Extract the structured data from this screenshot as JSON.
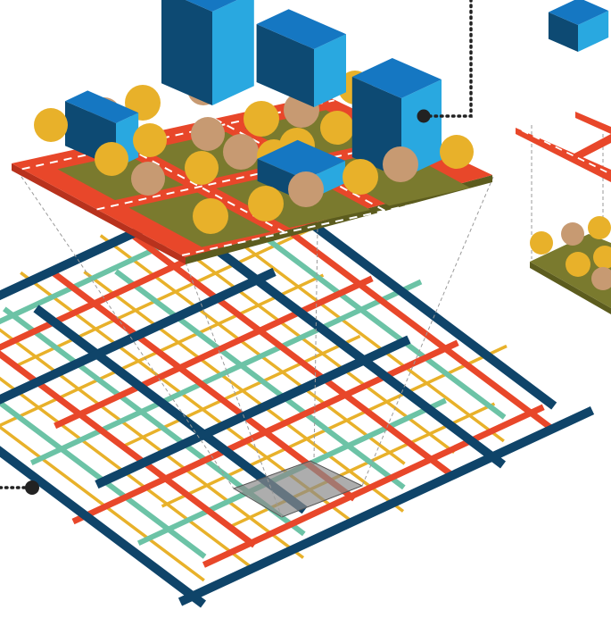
{
  "title": "",
  "colors": {
    "road": "#E8472A",
    "road_edge": "#B8321D",
    "lane_mark": "#FFFFFF",
    "ground": "#7A7A2E",
    "ground_edge": "#5C5C1E",
    "building_light": "#29A8E0",
    "building_dark": "#0D4A73",
    "building_top": "#1577C2",
    "tree_yellow": "#E8B12A",
    "tree_tan": "#C79A72",
    "trunk": "#8C6239",
    "grid_navy": "#0F4469",
    "grid_red": "#E8472A",
    "grid_yellow": "#E8B12A",
    "grid_teal": "#6CC3A6",
    "highlight_cell": "#8A8A8A",
    "leader_dot": "#222222",
    "projection_line": "#9A9A9A"
  },
  "elements": {
    "city_block": "zoomed-city-block",
    "grid_map": "city-grid-map",
    "highlight": "selected-grid-cell",
    "secondary_block": "partial-city-block-right"
  }
}
